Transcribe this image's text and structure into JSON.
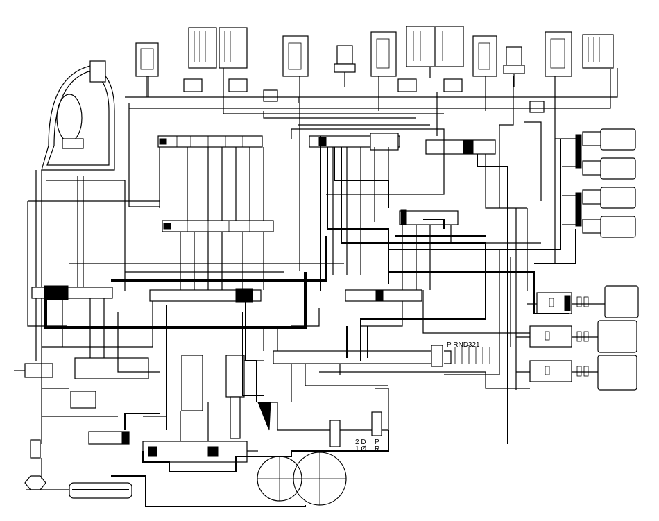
{
  "selector_label": "P RND321",
  "range_labels": [
    "2 D",
    "1 Ø",
    "P",
    "R"
  ],
  "colors": {
    "line": "#000000",
    "background": "#ffffff"
  }
}
